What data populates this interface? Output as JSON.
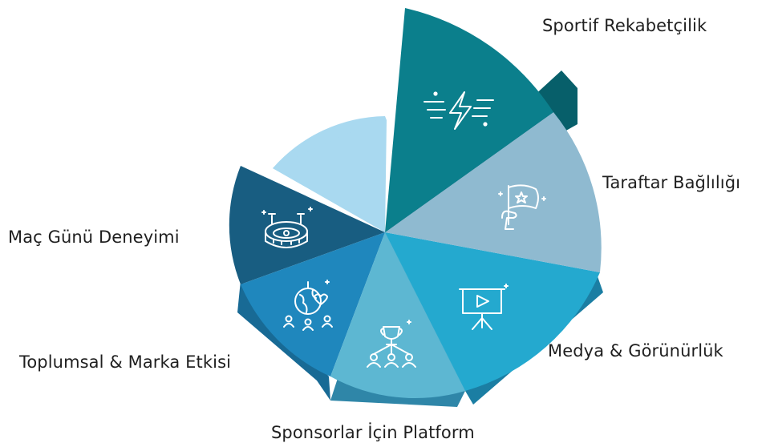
{
  "diagram": {
    "type": "segmented-radial-rose",
    "segments": [
      {
        "label": "Sportif Rekabetçilik",
        "color": "#0b7f8c",
        "shadow": "#075f6a",
        "icon": "speed-bolt-icon"
      },
      {
        "label": "Taraftar Bağlılığı",
        "color": "#8fbad0",
        "shadow": "#6d97ad",
        "icon": "hand-flag-icon"
      },
      {
        "label": "Medya & Görünürlük",
        "color": "#24a9cf",
        "shadow": "#1b7ea3",
        "icon": "presentation-play-icon"
      },
      {
        "label": "Sponsorlar İçin Platform",
        "color": "#5db7d2",
        "shadow": "#2f86a8",
        "icon": "trophy-network-icon"
      },
      {
        "label": "Toplumsal & Marka Etkisi",
        "color": "#1f87bd",
        "shadow": "#186a95",
        "icon": "globe-people-icon"
      },
      {
        "label": "Maç Günü Deneyimi",
        "color": "#185d81",
        "shadow": "#12496a",
        "icon": "stadium-icon"
      },
      {
        "label": "",
        "color": "#a9d9f0",
        "shadow": "#a9d9f0",
        "icon": ""
      }
    ]
  }
}
